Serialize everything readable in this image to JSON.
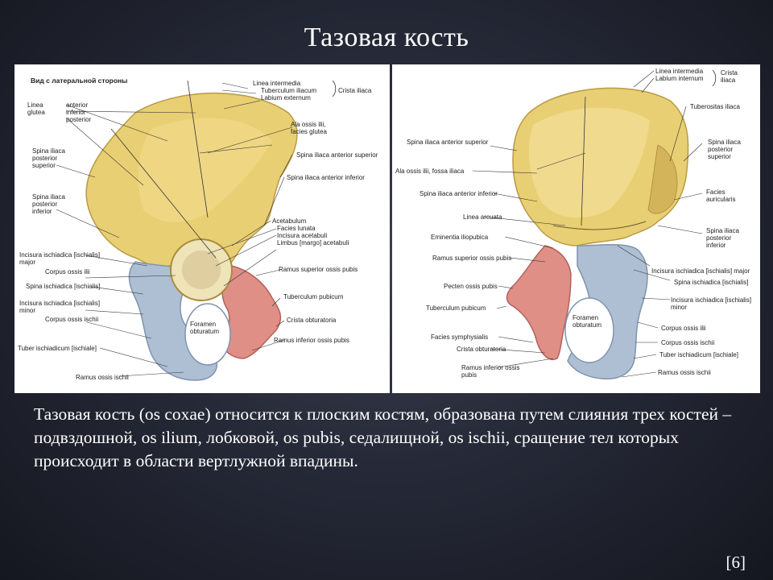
{
  "slide": {
    "title": "Тазовая кость",
    "caption": "Тазовая кость (os coxae) относится к плоским костям, образована путем слияния трех костей – подвздошной, os ilium, лобковой, os pubis, седалищной, os ischii, сращение тел которых происходит в области вертлужной впадины.",
    "citation": "[6]"
  },
  "colors": {
    "ilium": "#e9cf73",
    "ilium_shadow": "#c9a94a",
    "pubis": "#df8f86",
    "ischium": "#aebfd4",
    "ischium_shadow": "#8ea2bc",
    "background": "#262a38"
  },
  "figure_left": {
    "heading": "Вид с латеральной стороны",
    "labels": {
      "linea_glutea": "Linea\nglutea",
      "anterior_inferior_posterior": "anterior\ninferior\nposterior",
      "linea_intermedia": "Linea intermedia",
      "tuberculum_iliacum": "Tuberculum iliacum",
      "labium_externum": "Labium externum",
      "crista_iliaca": "Crista iliaca",
      "ala_ossis_ilii": "Ala ossis ilii,\nfacies glutea",
      "spina_iliaca_anterior_superior": "Spina iliaca anterior superior",
      "spina_iliaca_anterior_inferior": "Spina iliaca anterior inferior",
      "spina_iliaca_posterior_superior": "Spina iliaca\nposterior\nsuperior",
      "spina_iliaca_posterior_inferior": "Spina iliaca\nposterior\ninferior",
      "acetabulum": "Acetabulum",
      "facies_lunata": "Facies lunata",
      "incisura_acetabuli": "Incisura acetabuli",
      "limbus_acetabuli": "Limbus [margo] acetabuli",
      "ramus_superior_ossis_pubis": "Ramus superior ossis pubis",
      "incisura_ischiadica_major": "Incisura ischiadica [ischialis]\nmajor",
      "corpus_ossis_ilii": "Corpus ossis ilii",
      "spina_ischiadica": "Spina ischiadica [ischialis]",
      "tuberculum_pubicum": "Tuberculum pubicum",
      "incisura_ischiadica_minor": "Incisura ischiadica [ischialis]\nminor",
      "corpus_ossis_ischii": "Corpus ossis ischii",
      "crista_obturatoria": "Crista obturatoria",
      "foramen_obturatum": "Foramen\nobturatum",
      "ramus_inferior_ossis_pubis": "Ramus inferior ossis pubis",
      "tuber_ischiadicum": "Tuber ischiadicum [ischiale]",
      "ramus_ossis_ischii": "Ramus ossis ischii"
    }
  },
  "figure_right": {
    "labels": {
      "linea_intermedia": "Linea intermedia",
      "labium_internum": "Labium internum",
      "crista_iliaca": "Crista\niliaca",
      "tuberositas_iliaca": "Tuberositas iliaca",
      "spina_iliaca_anterior_superior": "Spina iliaca anterior superior",
      "spina_iliaca_posterior_superior": "Spina iliaca\nposterior\nsuperior",
      "ala_ossis_ilii_fossa_iliaca": "Ala ossis ilii, fossa iliaca",
      "spina_iliaca_anterior_inferior": "Spina iliaca anterior inferior",
      "facies_auricularis": "Facies\nauricularis",
      "linea_arcuata": "Linea arcuata",
      "spina_iliaca_posterior_inferior": "Spina iliaca\nposterior\ninferior",
      "eminentia_iliopubica": "Eminentia iliopubica",
      "ramus_superior_ossis_pubis": "Ramus superior ossis pubis",
      "incisura_ischiadica_major": "Incisura ischiadica [ischialis] major",
      "spina_ischiadica": "Spina ischiadica [ischialis]",
      "pecten_ossis_pubis": "Pecten ossis pubis",
      "incisura_ischiadica_minor": "Incisura ischiadica [ischialis]\nminor",
      "tuberculum_pubicum": "Tuberculum pubicum",
      "foramen_obturatum": "Foramen\nobturatum",
      "corpus_ossis_ilii": "Corpus ossis ilii",
      "facies_symphysialis": "Facies symphysialis",
      "corpus_ossis_ischii": "Corpus ossis ischii",
      "crista_obturatoria": "Crista obturatoria",
      "tuber_ischiadicum": "Tuber ischiadicum [ischiale]",
      "ramus_inferior_ossis_pubis": "Ramus inferior ossis\npubis",
      "ramus_ossis_ischii": "Ramus ossis ischii"
    }
  }
}
